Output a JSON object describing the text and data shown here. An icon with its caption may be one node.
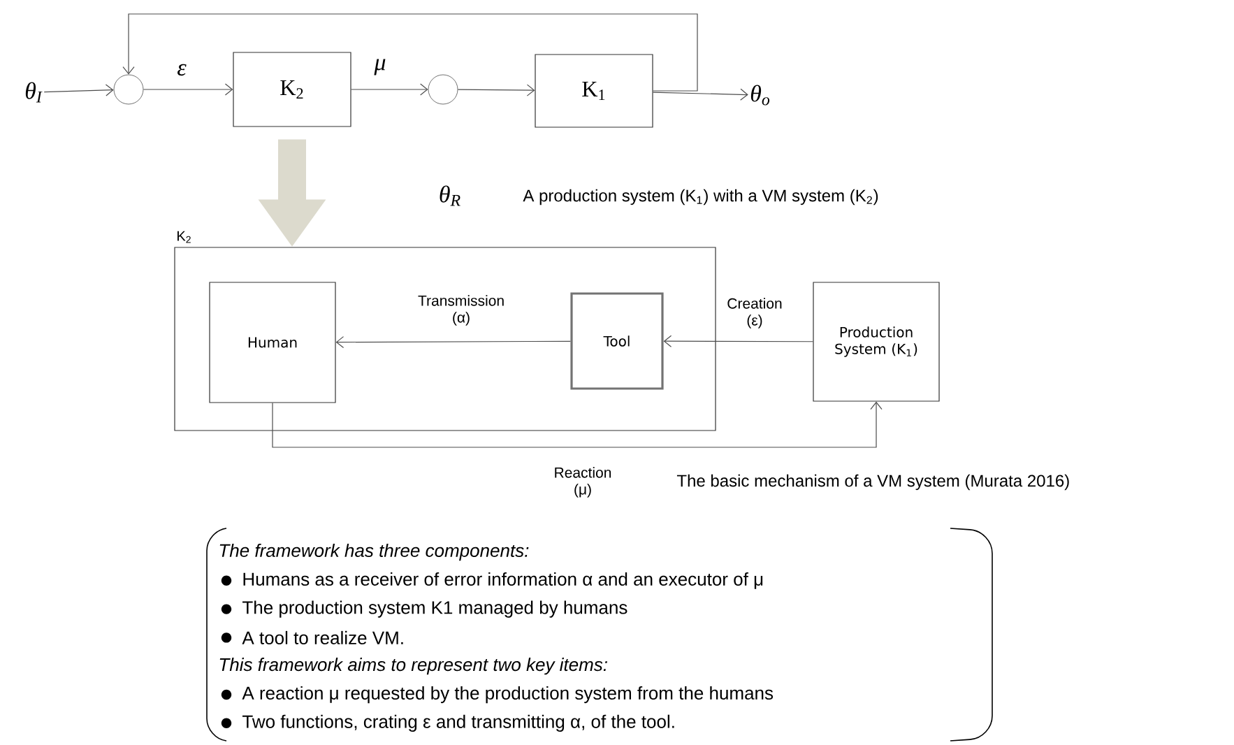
{
  "diagram": {
    "nodes": [
      {
        "text": [
          "θ$_{I}$"
        ]
      },
      {
        "text": [],
        "shape": "circle"
      },
      {
        "text": [
          "K$_{2}$"
        ]
      },
      {
        "text": [],
        "shape": "circle"
      },
      {
        "text": [
          "K$_{1}$"
        ]
      },
      {
        "text": [
          "θ$_{o}$"
        ]
      },
      {
        "text": [
          "K$_{2}$"
        ]
      },
      {
        "text": [
          "Human"
        ],
        "in": 6
      },
      {
        "text": [
          "Tool"
        ],
        "in": 6
      },
      {
        "text": [
          "Production System (K$_{1}$)"
        ]
      },
      {
        "text": [
          "The framework has three components:",
          "Humans as a receiver of error information α and an executor of μ",
          "The production system K1 managed by humans",
          "A tool to realize VM.",
          "This framework aims to represent two key items:",
          "A reaction μ requested by the production system from the humans",
          "Two functions, crating ε and transmitting α, of the tool."
        ]
      }
    ],
    "edges": [
      {
        "from": 0,
        "to": 1,
        "arrow": "to"
      },
      {
        "from": 1,
        "to": 2,
        "arrow": "to",
        "label": "ε"
      },
      {
        "from": 2,
        "to": 3,
        "arrow": "to",
        "label": "μ"
      },
      {
        "from": 3,
        "to": 4,
        "arrow": "to"
      },
      {
        "from": 4,
        "to": 5,
        "arrow": "to"
      },
      {
        "from": 4,
        "to": 1,
        "arrow": "to"
      },
      {
        "from": 2,
        "to": 6,
        "arrow": "to",
        "style": "thick",
        "color": "#dcdacd"
      },
      {
        "from": 8,
        "to": 7,
        "arrow": "to",
        "label": "Transmission (α)"
      },
      {
        "from": 9,
        "to": 8,
        "arrow": "to",
        "label": "Creation (ε)"
      },
      {
        "from": 7,
        "to": 9,
        "arrow": "to",
        "label": "Reaction (μ)"
      }
    ],
    "labels": [
      "θ$_{R}$",
      "A production system (K$_{1}$) with a VM system (K$_{2}$)",
      "The basic mechanism of a VM system (Murata 2016)"
    ]
  }
}
